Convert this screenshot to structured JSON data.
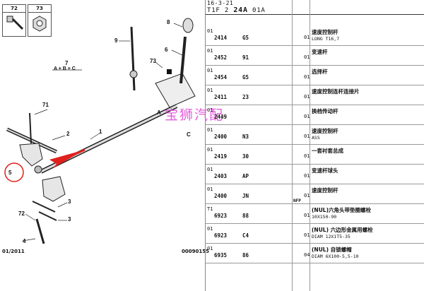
{
  "diagram": {
    "thumb_a": "72",
    "thumb_b": "73",
    "callouts": {
      "c1": "1",
      "c2": "2",
      "c3a": "3",
      "c3b": "3",
      "c4": "4",
      "c5": "5",
      "c6": "6",
      "c7": "7",
      "c8": "8",
      "c9": "9",
      "c71": "71",
      "c72": "72",
      "c73": "73",
      "a1": "A",
      "c_c": "C"
    },
    "formula": "A + B + C",
    "footer_left": "01/2011",
    "footer_right": "00090155",
    "watermark": "宝狮汽配"
  },
  "header": {
    "line1": "16-3-21",
    "line2_pre": "T1F 2 ",
    "line2_bold": "24A",
    "line2_post": " 01A"
  },
  "parts": [
    {
      "ix": "01",
      "ref": "2414",
      "code": "G5",
      "qty": "01",
      "name": "速度控制杆",
      "sub": "LONG T16,7",
      "mark": ""
    },
    {
      "ix": "01",
      "ref": "2452",
      "code": "91",
      "qty": "01",
      "name": "变速杆",
      "sub": "",
      "mark": ""
    },
    {
      "ix": "01",
      "ref": "2454",
      "code": "G5",
      "qty": "01",
      "name": "选择杆",
      "sub": "",
      "mark": ""
    },
    {
      "ix": "01",
      "ref": "2411",
      "code": "23",
      "qty": "01",
      "name": "速度控制连杆连接片",
      "sub": "",
      "mark": ""
    },
    {
      "ix": "01",
      "ref": "2449",
      "code": "",
      "qty": "01",
      "name": "换档传动杆",
      "sub": "",
      "mark": ""
    },
    {
      "ix": "01",
      "ref": "2400",
      "code": "N3",
      "qty": "01",
      "name": "速度控制杆",
      "sub": "ASS",
      "mark": ""
    },
    {
      "ix": "01",
      "ref": "2419",
      "code": "30",
      "qty": "01",
      "name": "一套衬套总成",
      "sub": "",
      "mark": ""
    },
    {
      "ix": "01",
      "ref": "2403",
      "code": "AP",
      "qty": "01",
      "name": "变速杆球头",
      "sub": "",
      "mark": ""
    },
    {
      "ix": "01",
      "ref": "2400",
      "code": "JN",
      "qty": "01",
      "name": "速度控制杆",
      "sub": "",
      "mark": "NFP"
    },
    {
      "ix": "T1",
      "ref": "6923",
      "code": "88",
      "qty": "01",
      "name": "(NUL)六角头带垫圈螺栓",
      "sub": "10X150-90",
      "mark": ""
    },
    {
      "ix": "01",
      "ref": "6923",
      "code": "C4",
      "qty": "01",
      "name": "(NUL) 六边形金属用螺栓",
      "sub": "DIAM 12X1T5-35",
      "mark": ""
    },
    {
      "ix": "01",
      "ref": "6935",
      "code": "86",
      "qty": "04",
      "name": "(NUL) 自锁螺帽",
      "sub": "DIAM 6X100-5,5-10",
      "mark": ""
    }
  ]
}
